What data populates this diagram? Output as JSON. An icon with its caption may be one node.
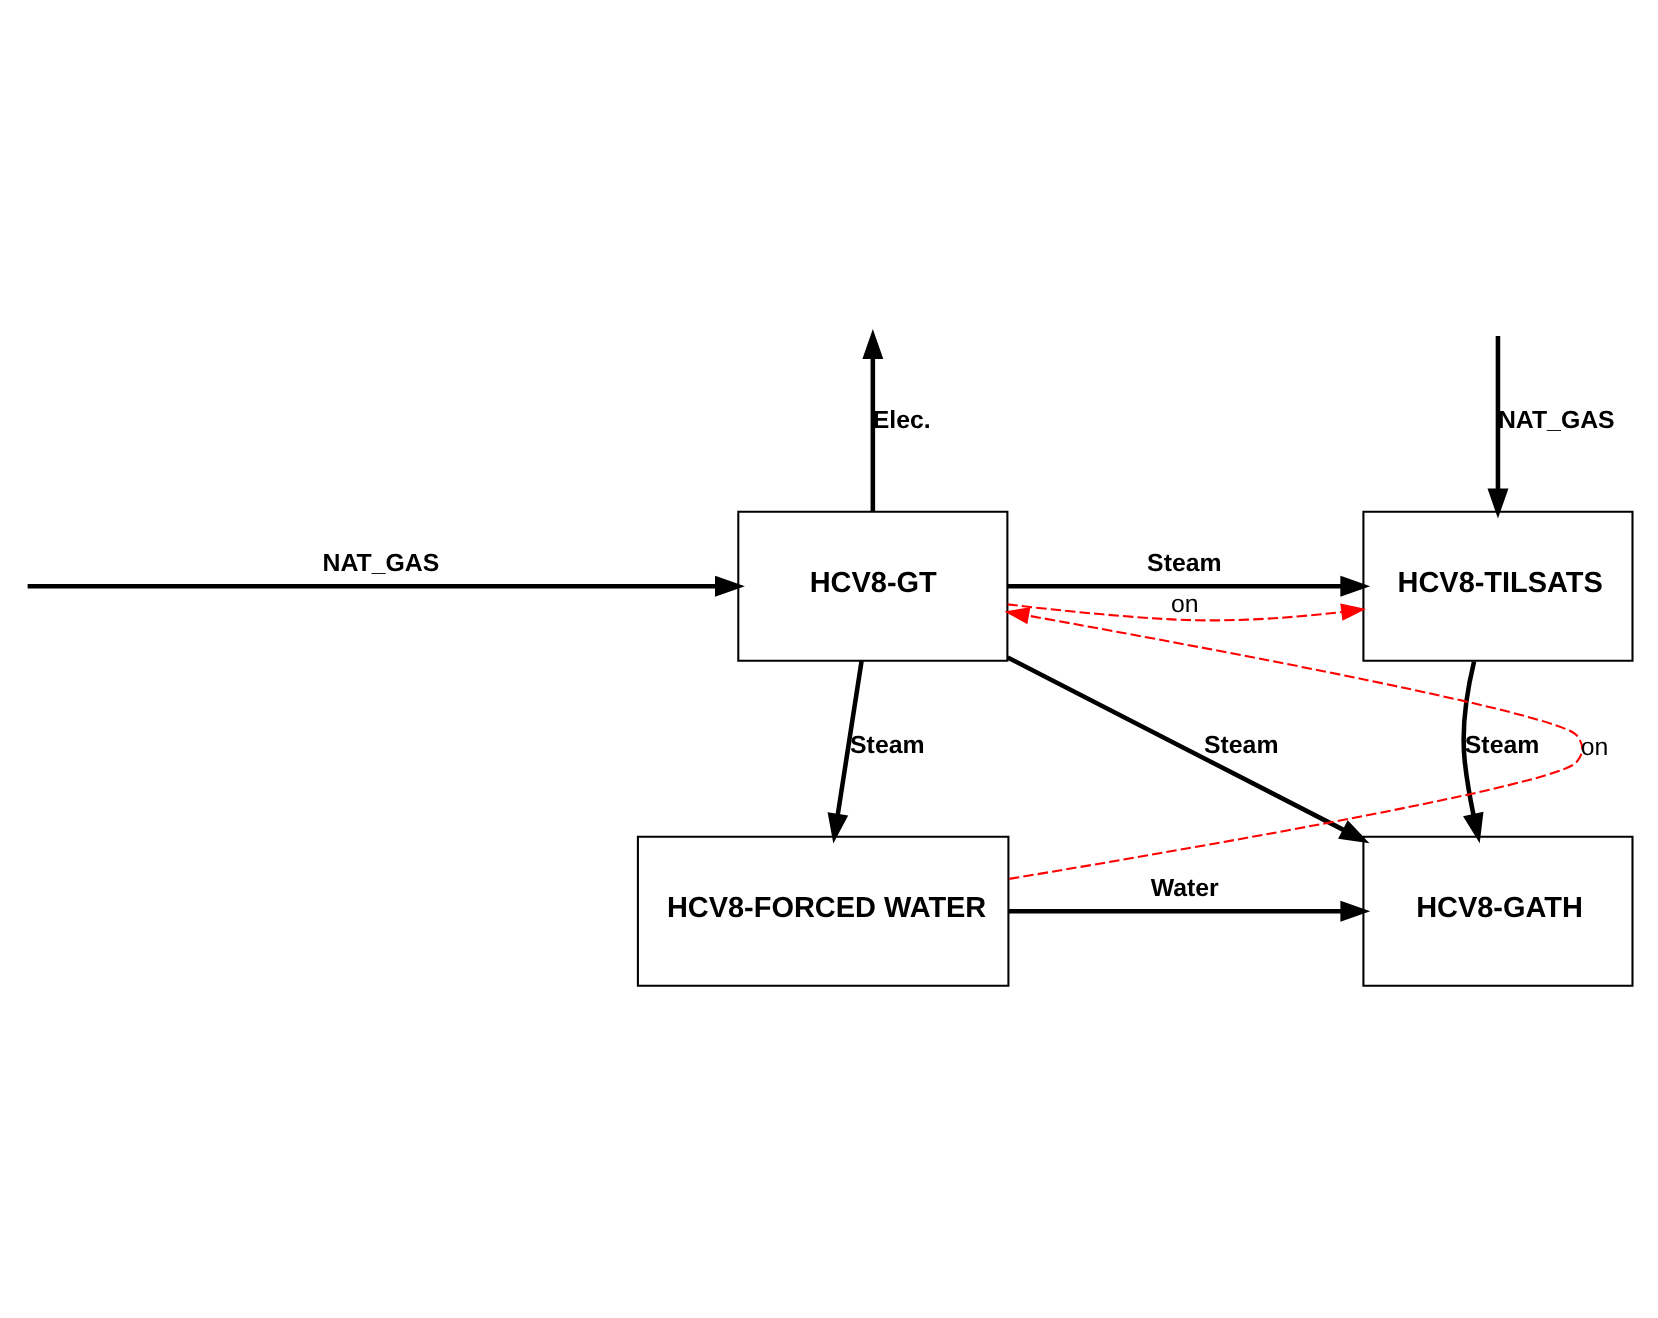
{
  "diagram": {
    "nodes": [
      {
        "text": [
          "HCV8-GT"
        ]
      },
      {
        "text": [
          "HCV8-TILSATS"
        ]
      },
      {
        "text": [
          "HCV8-FORCED WATER"
        ]
      },
      {
        "text": [
          "HCV8-GATH"
        ]
      }
    ],
    "edges": [
      {
        "from": null,
        "to": 0,
        "arrow": "to",
        "label": "NAT_GAS"
      },
      {
        "from": 0,
        "to": null,
        "arrow": "to",
        "label": "Elec."
      },
      {
        "from": null,
        "to": 1,
        "arrow": "to",
        "label": "NAT_GAS"
      },
      {
        "from": 0,
        "to": 1,
        "arrow": "to",
        "label": "Steam"
      },
      {
        "from": 0,
        "to": 1,
        "arrow": "to",
        "label": "on",
        "style": "dashed",
        "color": "#ff0000"
      },
      {
        "from": 0,
        "to": 2,
        "arrow": "to",
        "label": "Steam"
      },
      {
        "from": 2,
        "to": 0,
        "arrow": "to",
        "label": "on",
        "style": "dashed",
        "color": "#ff0000"
      },
      {
        "from": 0,
        "to": 3,
        "arrow": "to",
        "label": "Steam"
      },
      {
        "from": 1,
        "to": 3,
        "arrow": "to",
        "label": "Steam"
      },
      {
        "from": 2,
        "to": 3,
        "arrow": "to",
        "label": "Water"
      }
    ]
  }
}
